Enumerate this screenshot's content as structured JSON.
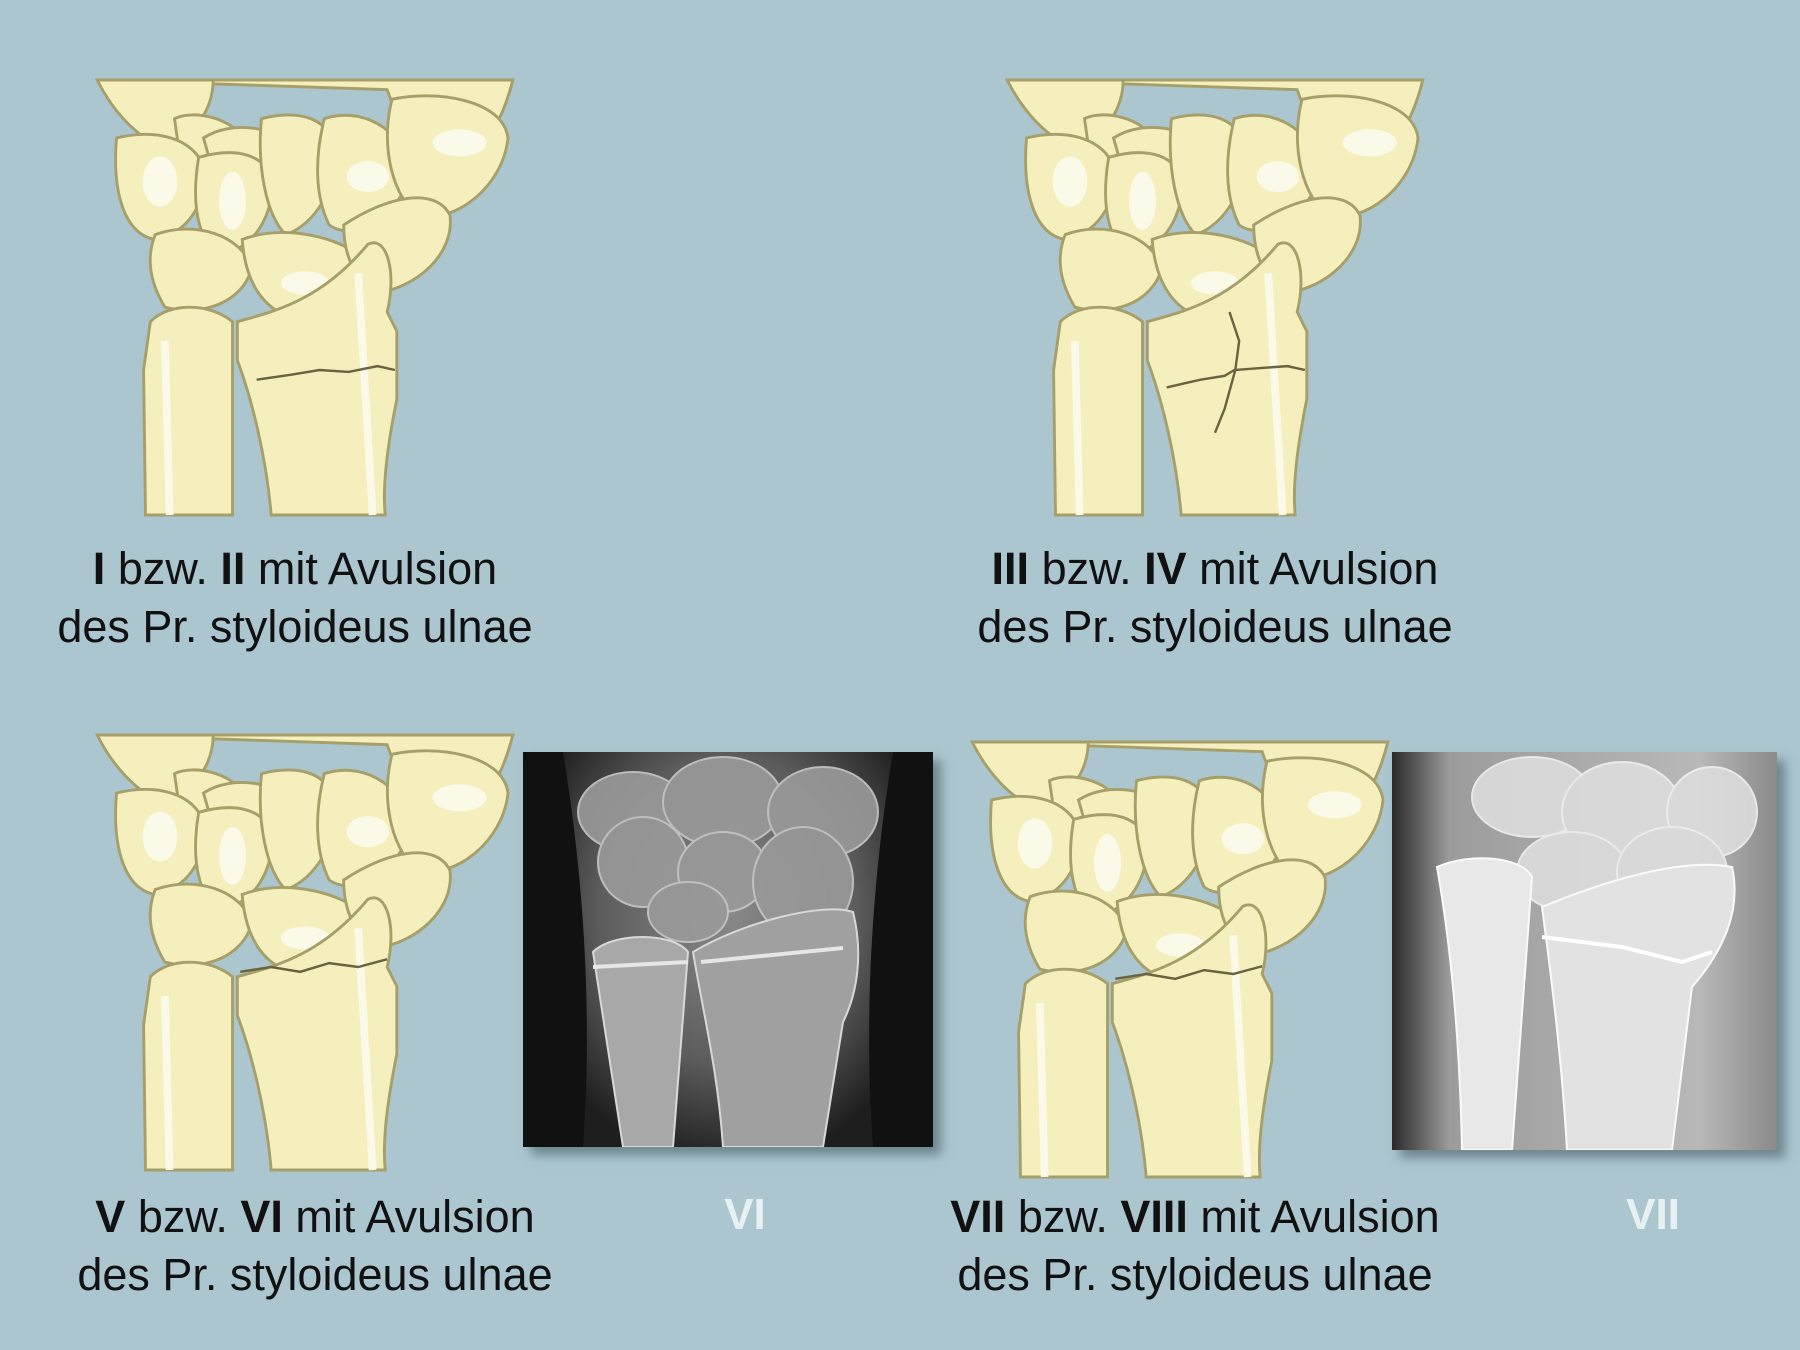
{
  "panels": [
    {
      "id": "top-left",
      "caption": {
        "line1": [
          {
            "text": "I",
            "bold": true
          },
          {
            "text": " bzw. ",
            "bold": false
          },
          {
            "text": "II",
            "bold": true
          },
          {
            "text": " mit Avulsion",
            "bold": false
          }
        ],
        "line2": "des Pr. styloideus ulnae"
      },
      "fracture": "transverse"
    },
    {
      "id": "top-right",
      "caption": {
        "line1": [
          {
            "text": "III",
            "bold": true
          },
          {
            "text": " bzw. ",
            "bold": false
          },
          {
            "text": "IV",
            "bold": true
          },
          {
            "text": " mit Avulsion",
            "bold": false
          }
        ],
        "line2": "des Pr. styloideus ulnae"
      },
      "fracture": "intraarticular"
    },
    {
      "id": "bottom-left",
      "caption": {
        "line1": [
          {
            "text": "V",
            "bold": true
          },
          {
            "text": " bzw. ",
            "bold": false
          },
          {
            "text": "VI",
            "bold": true
          },
          {
            "text": " mit Avulsion",
            "bold": false
          }
        ],
        "line2": "des Pr. styloideus ulnae"
      },
      "fracture": "transverse",
      "xray_label": "VI"
    },
    {
      "id": "bottom-right",
      "caption": {
        "line1": [
          {
            "text": "VII",
            "bold": true
          },
          {
            "text": " bzw. ",
            "bold": false
          },
          {
            "text": "VIII",
            "bold": true
          },
          {
            "text": " mit Avulsion",
            "bold": false
          }
        ],
        "line2": "des Pr. styloideus ulnae"
      },
      "fracture": "transverse",
      "xray_label": "VII"
    }
  ],
  "colors": {
    "background": "#abc6cf",
    "bone_fill": "#f4efbc",
    "bone_outline": "#a79f6a",
    "bone_highlight": "#fbf9e7"
  }
}
